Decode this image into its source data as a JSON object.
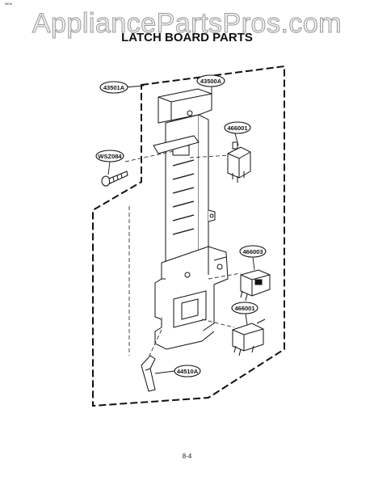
{
  "header": {
    "corner_mark": "ᴹᴱᴬᴵ",
    "watermark": "AppliancePartsPros.com",
    "title": "LATCH BOARD PARTS"
  },
  "parts": {
    "frame": "43501A",
    "latch_board": "43500A",
    "switch_top": "466001",
    "screw": "WSZ084",
    "switch_middle": "466003",
    "switch_bottom": "466001",
    "lever": "44510A"
  },
  "footer": {
    "page_number": "8-4"
  }
}
